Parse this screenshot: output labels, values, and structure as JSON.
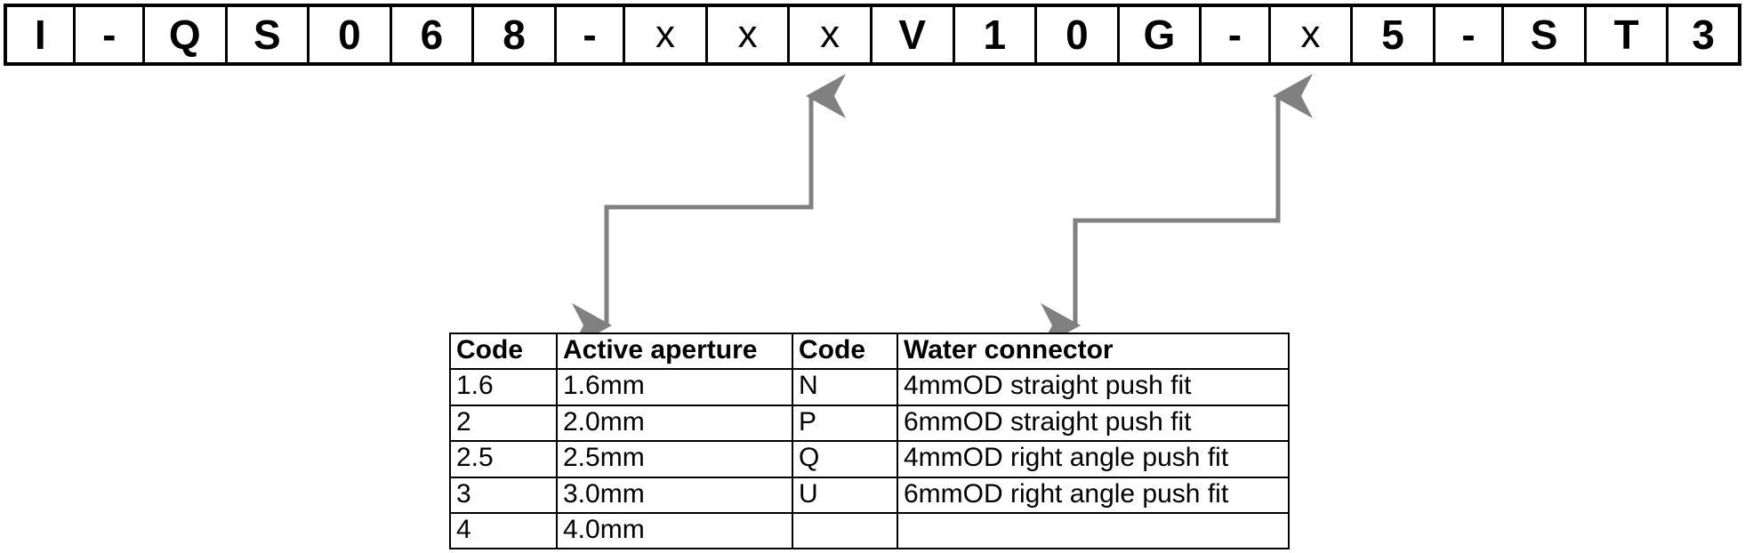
{
  "part_number": {
    "label": "part-number-breakdown",
    "characters": [
      {
        "text": "I",
        "type": "code"
      },
      {
        "text": "-",
        "type": "separator"
      },
      {
        "text": "Q",
        "type": "code"
      },
      {
        "text": "S",
        "type": "code"
      },
      {
        "text": "0",
        "type": "code"
      },
      {
        "text": "6",
        "type": "code"
      },
      {
        "text": "8",
        "type": "code"
      },
      {
        "text": "-",
        "type": "separator"
      },
      {
        "text": "x",
        "type": "variable"
      },
      {
        "text": "x",
        "type": "variable"
      },
      {
        "text": "x",
        "type": "variable"
      },
      {
        "text": "V",
        "type": "code"
      },
      {
        "text": "1",
        "type": "code"
      },
      {
        "text": "0",
        "type": "code"
      },
      {
        "text": "G",
        "type": "code"
      },
      {
        "text": "-",
        "type": "separator"
      },
      {
        "text": "x",
        "type": "variable"
      },
      {
        "text": "5",
        "type": "code"
      },
      {
        "text": "-",
        "type": "separator"
      },
      {
        "text": "S",
        "type": "code"
      },
      {
        "text": "T",
        "type": "code"
      },
      {
        "text": "3",
        "type": "code"
      }
    ]
  },
  "connectors": {
    "accent_color": "#808080",
    "items": [
      {
        "name": "active-aperture-connector",
        "from_character": "x",
        "to_column": "Active aperture"
      },
      {
        "name": "water-connector-connector",
        "from_character": "x",
        "to_column": "Water connector"
      }
    ]
  },
  "reference_table": {
    "headers": [
      "Code",
      "Active aperture",
      "Code",
      "Water connector"
    ],
    "rows": [
      [
        "1.6",
        "1.6mm",
        "N",
        "4mmOD straight push fit"
      ],
      [
        "2",
        "2.0mm",
        "P",
        "6mmOD straight push fit"
      ],
      [
        "2.5",
        "2.5mm",
        "Q",
        "4mmOD right angle push fit"
      ],
      [
        "3",
        "3.0mm",
        "U",
        "6mmOD right angle push fit"
      ],
      [
        "4",
        "4.0mm",
        "",
        ""
      ]
    ]
  }
}
